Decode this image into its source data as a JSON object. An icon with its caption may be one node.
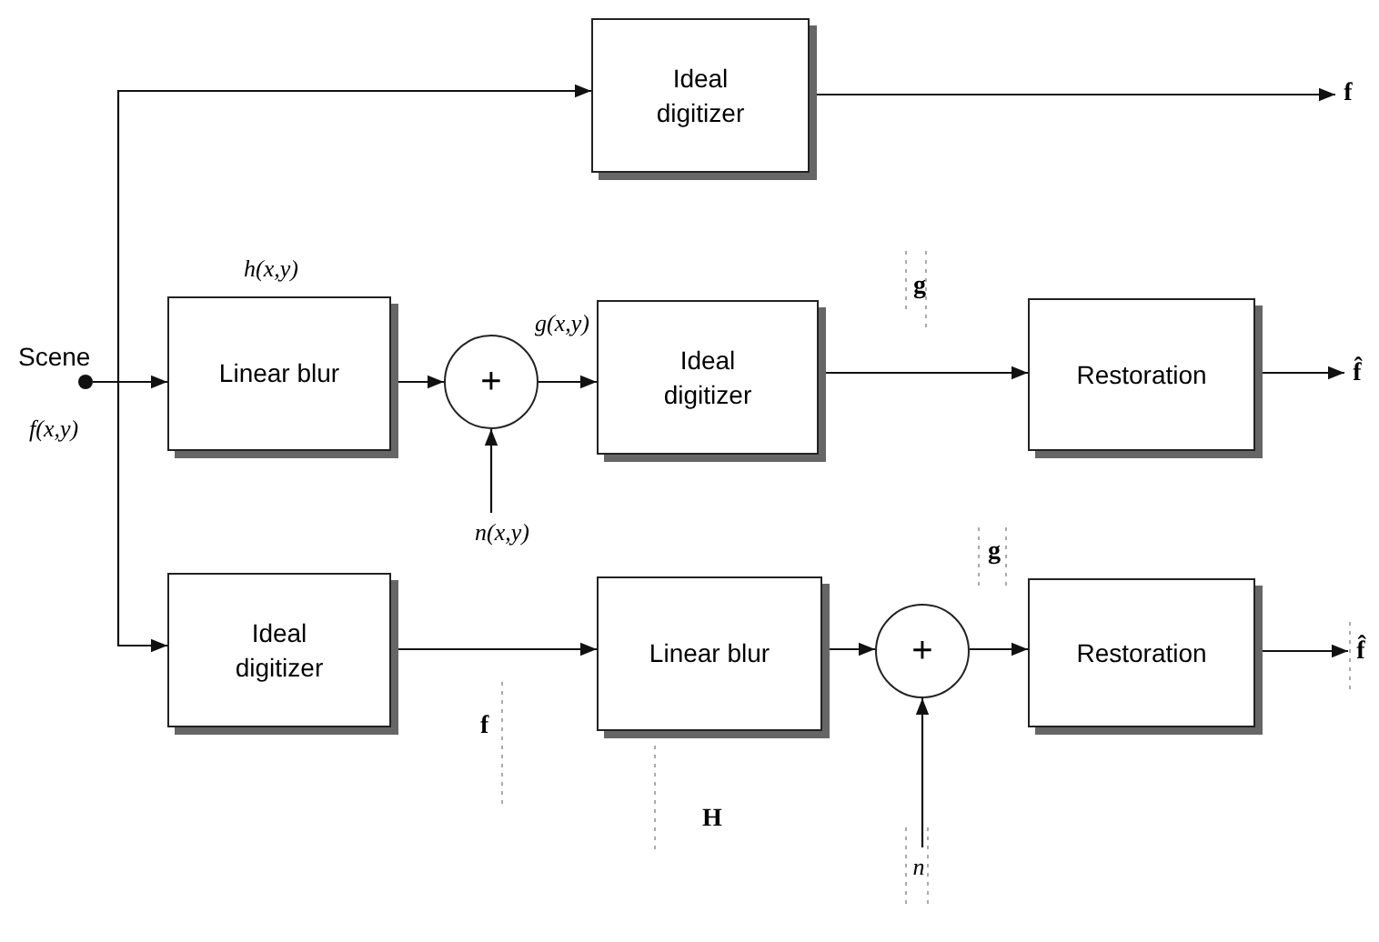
{
  "diagram": {
    "nodes": [
      {
        "text": [],
        "shape": "circle",
        "beside": [
          "Scene",
          "f(x,y)"
        ]
      },
      {
        "text": [
          "Ideal digitizer"
        ]
      },
      {
        "text": [
          "Linear blur"
        ],
        "beside": [
          "h(x,y)"
        ]
      },
      {
        "text": [
          "+"
        ]
      },
      {
        "text": [
          "Ideal digitizer"
        ]
      },
      {
        "text": [
          "Restoration"
        ]
      },
      {
        "text": [
          "Ideal digitizer"
        ]
      },
      {
        "text": [
          "Linear blur"
        ]
      },
      {
        "text": [
          "+"
        ]
      },
      {
        "text": [
          "Restoration"
        ]
      },
      {
        "text": [
          "f"
        ]
      },
      {
        "text": [
          "f̂"
        ]
      },
      {
        "text": [
          "f̂"
        ]
      },
      {
        "text": [
          "n(x,y)"
        ]
      },
      {
        "text": [
          "n"
        ]
      }
    ],
    "edges": [
      {
        "from": 0,
        "to": 1,
        "arrow": "to"
      },
      {
        "from": 0,
        "to": 2,
        "arrow": "to"
      },
      {
        "from": 0,
        "to": 6,
        "arrow": "to"
      },
      {
        "from": 1,
        "to": 10,
        "arrow": "to"
      },
      {
        "from": 2,
        "to": 3,
        "arrow": "to"
      },
      {
        "from": 3,
        "to": 4,
        "arrow": "to",
        "label": "g(x,y)"
      },
      {
        "from": 4,
        "to": 5,
        "arrow": "to"
      },
      {
        "from": 5,
        "to": 11,
        "arrow": "to"
      },
      {
        "from": 13,
        "to": 3,
        "arrow": "to"
      },
      {
        "from": 6,
        "to": 7,
        "arrow": "to"
      },
      {
        "from": 7,
        "to": 8,
        "arrow": "to"
      },
      {
        "from": 8,
        "to": 9,
        "arrow": "to"
      },
      {
        "from": 9,
        "to": 12,
        "arrow": "to"
      },
      {
        "from": 14,
        "to": 8,
        "arrow": "to"
      }
    ],
    "labels": [
      "g",
      "g",
      "f",
      "H"
    ]
  }
}
